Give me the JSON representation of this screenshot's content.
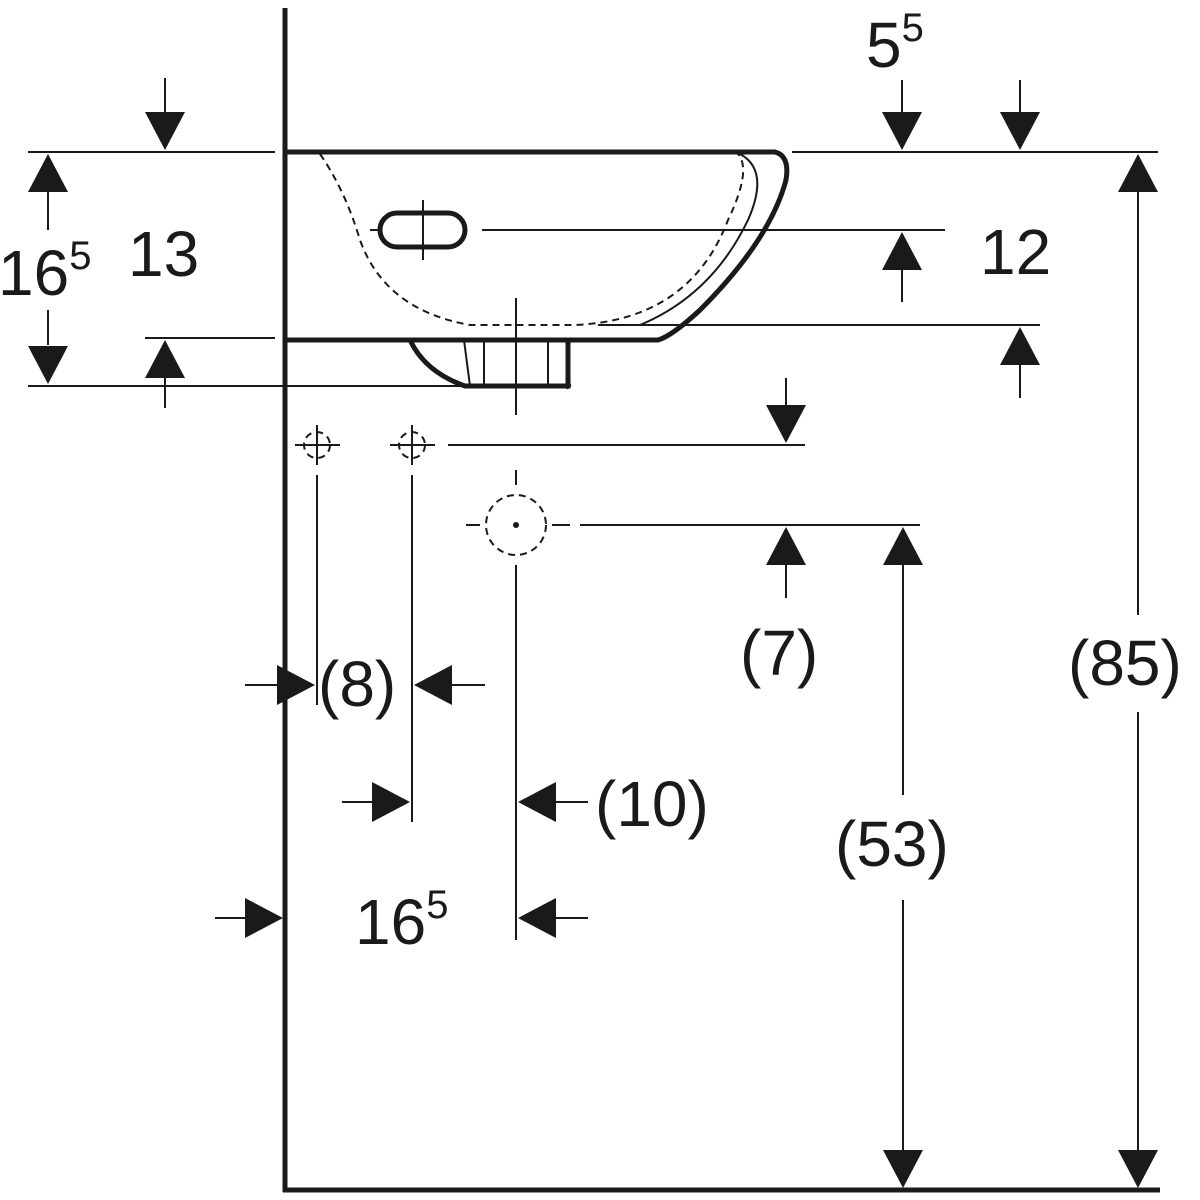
{
  "dimensions": {
    "bowl_height": {
      "base": "16",
      "sup": "5"
    },
    "basin_depth": "13",
    "rim_top_offset": {
      "base": "5",
      "sup": "5"
    },
    "overflow_height": "12",
    "tap_spacing": "(8)",
    "tap_to_drain": "(10)",
    "wall_to_drain": {
      "base": "16",
      "sup": "5"
    },
    "supply_above_waste": "(7)",
    "waste_height": "(53)",
    "rim_height": "(85)"
  }
}
